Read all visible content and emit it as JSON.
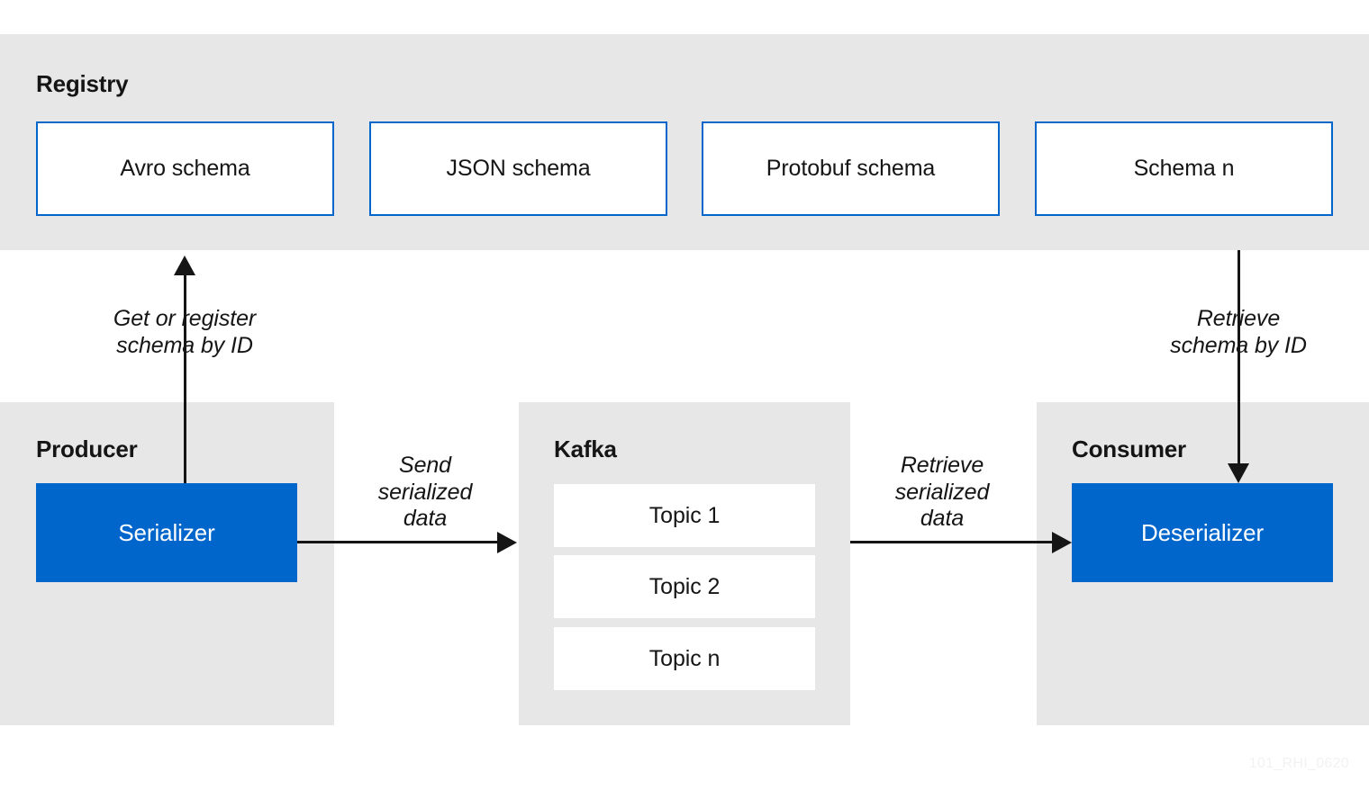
{
  "diagram": {
    "watermark": "101_RHI_0620",
    "colors": {
      "panel_background": "#e7e7e7",
      "accent_blue": "#0066cc",
      "text": "#151515",
      "box_fill": "#ffffff",
      "page_background": "#ffffff",
      "watermark": "#f2f2f2"
    },
    "registry": {
      "title": "Registry",
      "schemas": [
        {
          "label": "Avro schema"
        },
        {
          "label": "JSON schema"
        },
        {
          "label": "Protobuf schema"
        },
        {
          "label": "Schema n"
        }
      ]
    },
    "producer": {
      "title": "Producer",
      "component": "Serializer"
    },
    "kafka": {
      "title": "Kafka",
      "topics": [
        {
          "label": "Topic 1"
        },
        {
          "label": "Topic 2"
        },
        {
          "label": "Topic n"
        }
      ]
    },
    "consumer": {
      "title": "Consumer",
      "component": "Deserializer"
    },
    "connections": [
      {
        "id": "producer-to-registry",
        "label": "Get or register\nschema by ID",
        "from": "Serializer",
        "to": "Registry",
        "direction": "up"
      },
      {
        "id": "registry-to-consumer",
        "label": "Retrieve\nschema by ID",
        "from": "Registry",
        "to": "Deserializer",
        "direction": "down"
      },
      {
        "id": "producer-to-kafka",
        "label": "Send\nserialized\ndata",
        "from": "Serializer",
        "to": "Kafka",
        "direction": "right"
      },
      {
        "id": "kafka-to-consumer",
        "label": "Retrieve\nserialized\ndata",
        "from": "Kafka",
        "to": "Deserializer",
        "direction": "right"
      }
    ]
  }
}
